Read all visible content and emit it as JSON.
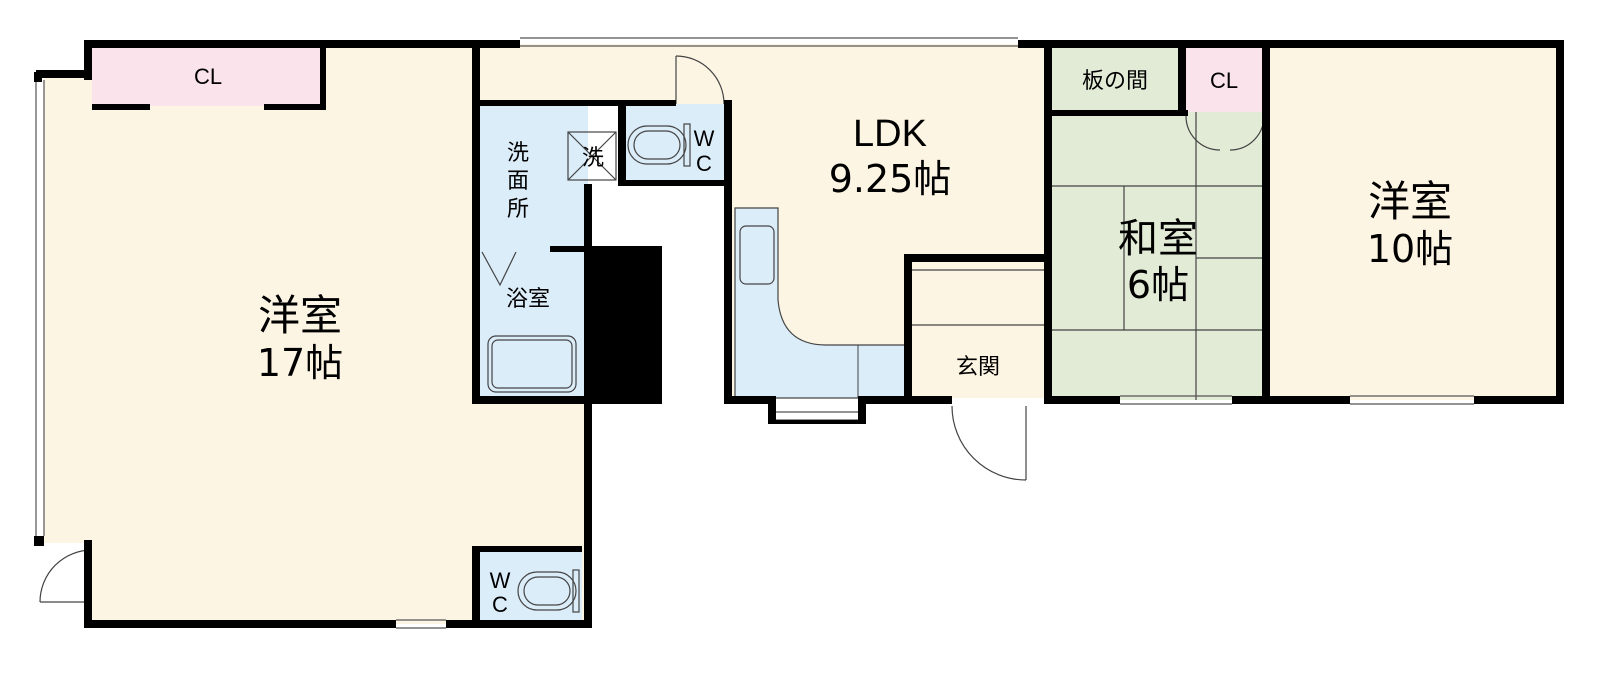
{
  "plan": {
    "western_room_large": {
      "name": "洋室",
      "size": "17帖"
    },
    "closet_left": "CL",
    "washroom": {
      "c1": "洗",
      "c2": "面",
      "c3": "所"
    },
    "washing_machine": "洗",
    "toilet_upper": {
      "w": "W",
      "c": "C"
    },
    "bathroom": "浴室",
    "ldk": {
      "name": "LDK",
      "size": "9.25帖"
    },
    "toilet_lower": {
      "w": "W",
      "c": "C"
    },
    "entrance": "玄関",
    "wood_floor": "板の間",
    "closet_right": "CL",
    "japanese_room": {
      "name": "和室",
      "size": "6帖"
    },
    "western_room_right": {
      "name": "洋室",
      "size": "10帖"
    }
  },
  "colors": {
    "wall": "#000000",
    "room_floor": "#fdf5e4",
    "wet_area": "#dcedfa",
    "closet": "#fbe3ec",
    "tatami": "#e2ebd6",
    "column": "#000000"
  }
}
